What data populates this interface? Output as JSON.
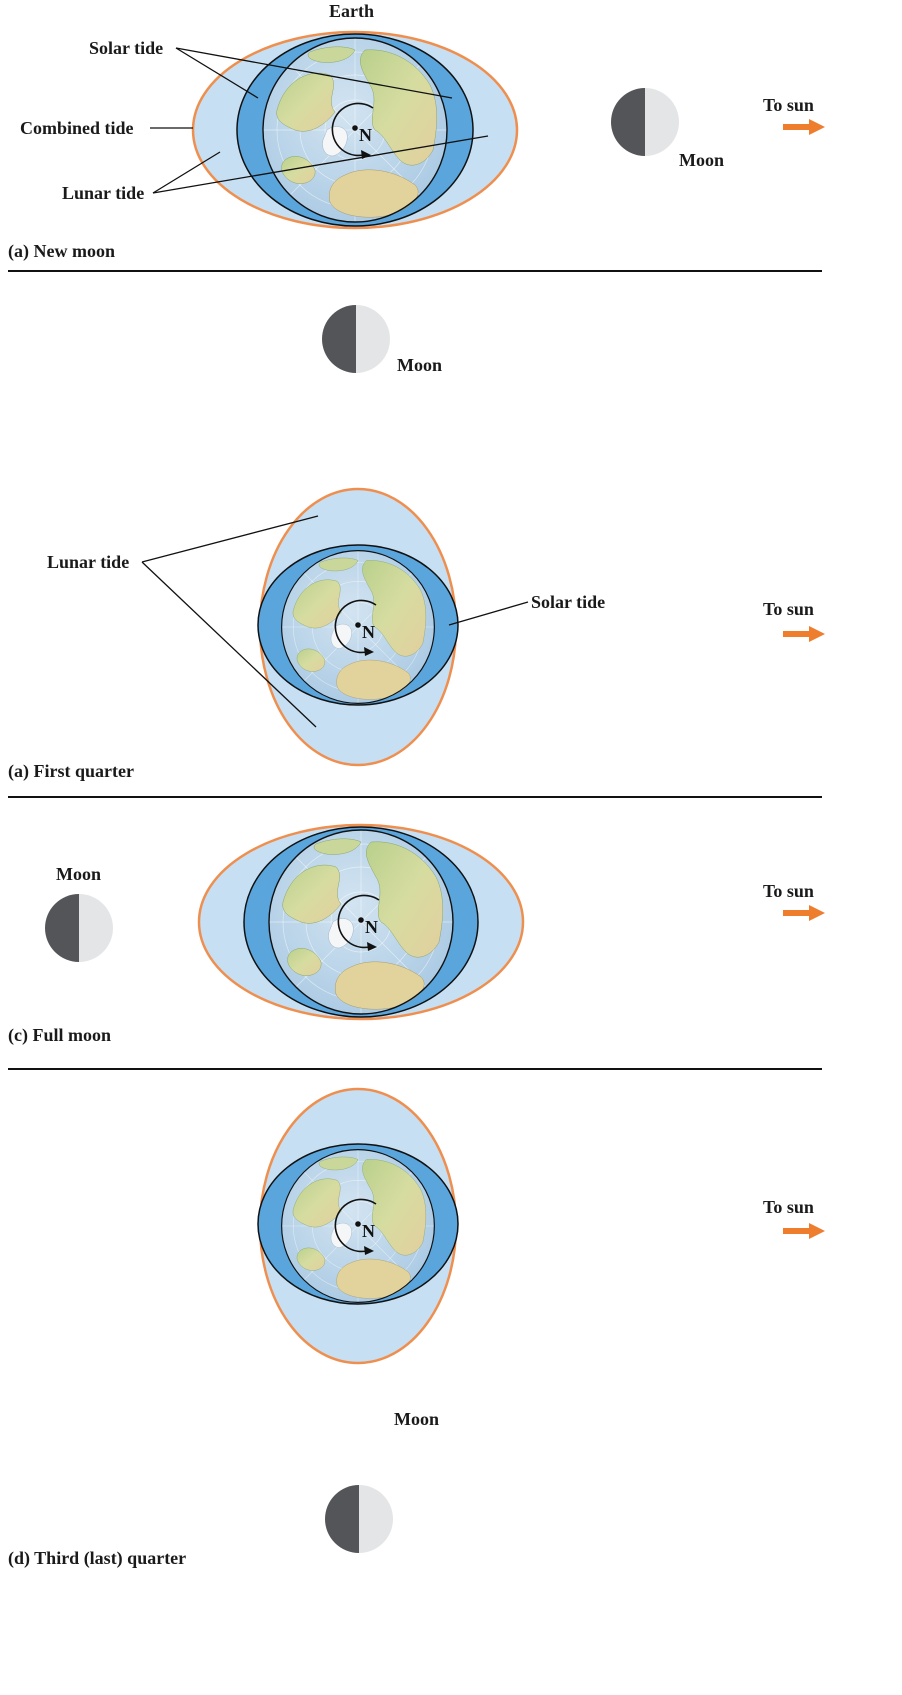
{
  "colors": {
    "lunar_tide_fill": "#c7dff2",
    "lunar_tide_outline": "#ef8f4f",
    "solar_tide_fill": "#5aa5dc",
    "earth_ocean": "#b8d3e8",
    "land": "#c9d89a",
    "moon_dark": "#545559",
    "moon_light": "#e4e5e7",
    "sun_arrow": "#ee7d2e"
  },
  "icons": [
    "globe-icon",
    "rotation-arrow-icon",
    "moon-icon",
    "sun-direction-arrow-icon"
  ],
  "panels": {
    "a": {
      "caption": "(a) New moon",
      "earth_label": "Earth",
      "solar_tide_label": "Solar tide",
      "combined_tide_label": "Combined tide",
      "lunar_tide_label": "Lunar tide",
      "moon_label": "Moon",
      "sun_label": "To sun",
      "pole_label": "N"
    },
    "b": {
      "caption": "(a) First quarter",
      "lunar_tide_label": "Lunar tide",
      "solar_tide_label": "Solar tide",
      "moon_label": "Moon",
      "sun_label": "To sun",
      "pole_label": "N"
    },
    "c": {
      "caption": "(c) Full moon",
      "moon_label": "Moon",
      "sun_label": "To sun",
      "pole_label": "N"
    },
    "d": {
      "caption": "(d) Third (last) quarter",
      "moon_label": "Moon",
      "sun_label": "To sun",
      "pole_label": "N"
    }
  }
}
